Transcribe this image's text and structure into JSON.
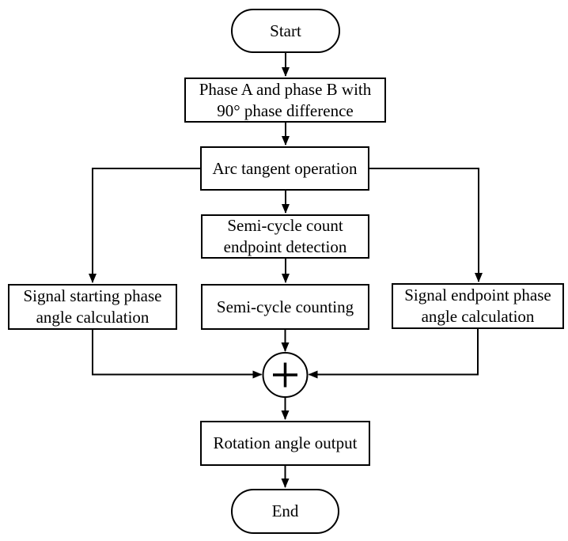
{
  "diagram": {
    "type": "flowchart",
    "background_color": "#ffffff",
    "line_color": "#000000",
    "nodes": {
      "start": {
        "label": "Start",
        "shape": "stadium"
      },
      "phase_input": {
        "label": "Phase A and phase B with 90° phase difference",
        "shape": "rect"
      },
      "arc_tangent": {
        "label": "Arc tangent operation",
        "shape": "rect"
      },
      "endpoint_detection": {
        "label": "Semi-cycle count endpoint detection",
        "shape": "rect"
      },
      "starting_phase_calc": {
        "label": "Signal starting phase angle calculation",
        "shape": "rect"
      },
      "semi_cycle_counting": {
        "label": "Semi-cycle counting",
        "shape": "rect"
      },
      "endpoint_phase_calc": {
        "label": "Signal endpoint phase angle calculation",
        "shape": "rect"
      },
      "sum_junction": {
        "symbol": "+",
        "shape": "circle"
      },
      "rotation_output": {
        "label": "Rotation angle output",
        "shape": "rect"
      },
      "end": {
        "label": "End",
        "shape": "stadium"
      }
    },
    "edges": [
      {
        "from": "start",
        "to": "phase_input"
      },
      {
        "from": "phase_input",
        "to": "arc_tangent"
      },
      {
        "from": "arc_tangent",
        "to": "endpoint_detection"
      },
      {
        "from": "arc_tangent",
        "to": "starting_phase_calc"
      },
      {
        "from": "arc_tangent",
        "to": "endpoint_phase_calc"
      },
      {
        "from": "endpoint_detection",
        "to": "semi_cycle_counting"
      },
      {
        "from": "semi_cycle_counting",
        "to": "sum_junction"
      },
      {
        "from": "starting_phase_calc",
        "to": "sum_junction"
      },
      {
        "from": "endpoint_phase_calc",
        "to": "sum_junction"
      },
      {
        "from": "sum_junction",
        "to": "rotation_output"
      },
      {
        "from": "rotation_output",
        "to": "end"
      }
    ]
  }
}
